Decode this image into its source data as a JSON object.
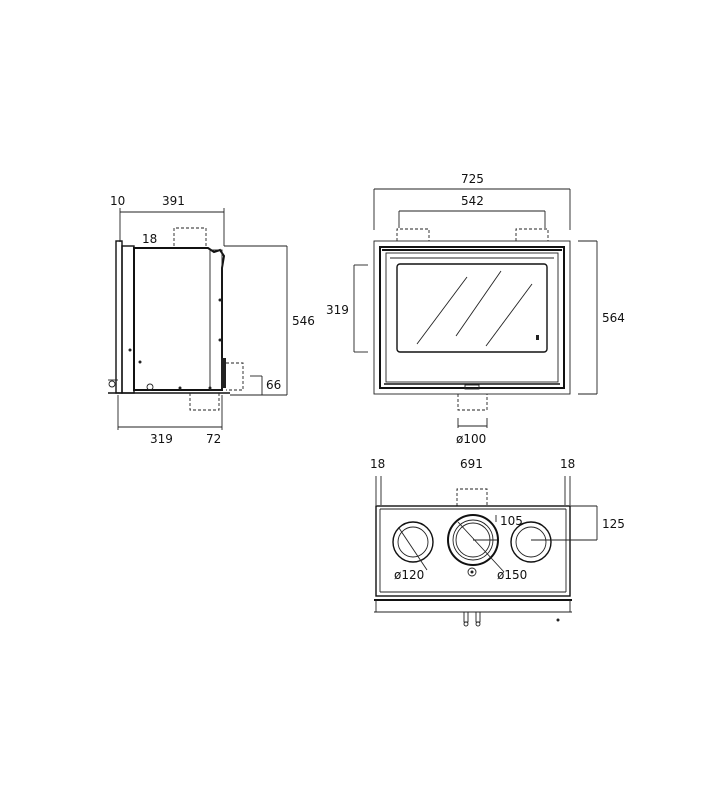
{
  "side_view": {
    "dim_top_left": "10",
    "dim_top": "391",
    "dim_inner": "18",
    "dim_height": "546",
    "dim_flue": "66",
    "dim_bottom_left": "319",
    "dim_bottom_right": "72"
  },
  "front_view": {
    "dim_width": "725",
    "dim_inner_width": "542",
    "dim_height": "564",
    "dim_glass_height": "319",
    "dim_flue_diameter": "ø100"
  },
  "top_view": {
    "dim_left": "18",
    "dim_width": "691",
    "dim_right": "18",
    "dim_depth": "125",
    "dim_offset": "105",
    "dim_left_hole": "ø120",
    "dim_center_hole": "ø150"
  }
}
